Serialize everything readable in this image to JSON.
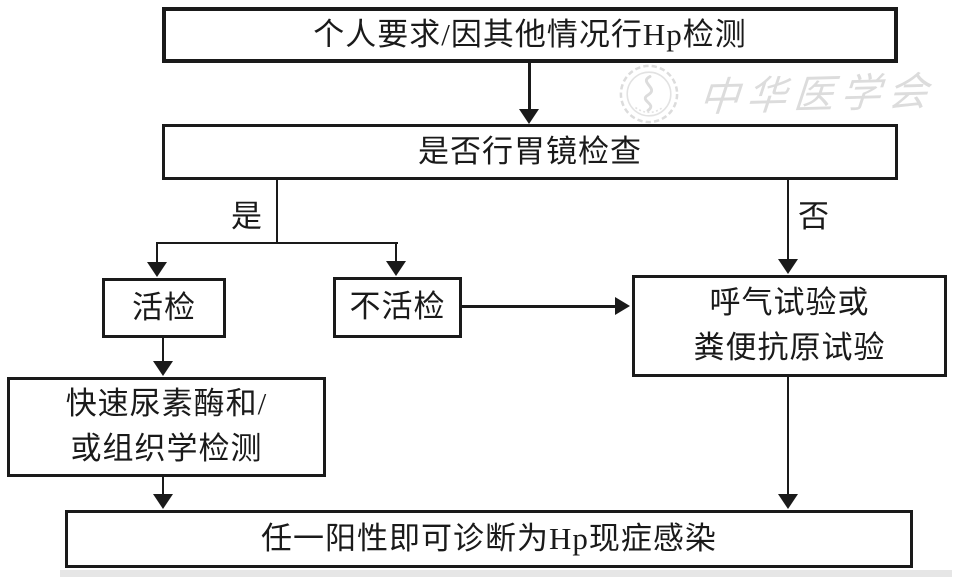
{
  "page": {
    "background_color": "#ffffff",
    "ink_color": "#1a1a1a"
  },
  "flowchart": {
    "nodes": {
      "start": {
        "label": "个人要求/因其他情况行Hp检测"
      },
      "gastroscopy_decision": {
        "label": "是否行胃镜检查"
      },
      "biopsy": {
        "label": "活检"
      },
      "no_biopsy": {
        "label": "不活检"
      },
      "breath_or_stool": {
        "line1": "呼气试验或",
        "line2": "粪便抗原试验"
      },
      "urease_histology": {
        "line1": "快速尿素酶和/",
        "line2": "或组织学检测"
      },
      "diagnosis": {
        "label": "任一阳性即可诊断为Hp现症感染"
      }
    },
    "branch_labels": {
      "yes": "是",
      "no": "否"
    }
  },
  "watermark": {
    "text": "中华医学会",
    "color": "#dcdcdc"
  }
}
